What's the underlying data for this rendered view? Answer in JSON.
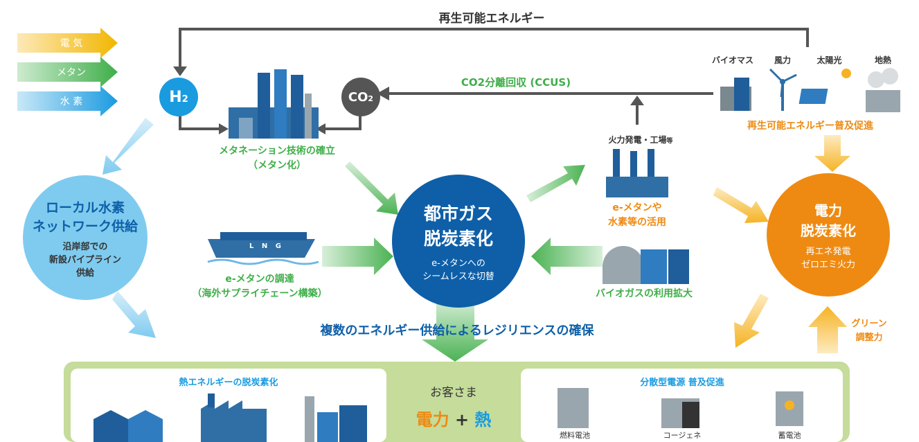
{
  "legend": [
    {
      "label": "電 気",
      "color": "#f2b600"
    },
    {
      "label": "メタン",
      "color": "#3fae49"
    },
    {
      "label": "水 素",
      "color": "#1a9be0"
    }
  ],
  "top_flow_label": "再生可能エネルギー",
  "ccus_label": "CO2分離回収 (CCUS)",
  "h2_badge": {
    "main": "H",
    "sub": "2"
  },
  "co2_badge": {
    "main": "CO",
    "sub": "2"
  },
  "methanation": {
    "line1": "メタネーション技術の確立",
    "line2": "（メタン化）"
  },
  "local_h2": {
    "title1": "ローカル水素",
    "title2": "ネットワーク供給",
    "desc1": "沿岸部での",
    "desc2": "新設パイプライン",
    "desc3": "供給"
  },
  "lng": {
    "ship_text": "L N G",
    "line1": "e-メタンの調達",
    "line2": "（海外サプライチェーン構築）"
  },
  "city_gas": {
    "title1": "都市ガス",
    "title2": "脱炭素化",
    "desc1": "e-メタンへの",
    "desc2": "シームレスな切替"
  },
  "thermal": {
    "label": "火力発電・工場",
    "label_small": "等",
    "line1": "e-メタンや",
    "line2": "水素等の活用"
  },
  "biogas": {
    "label": "バイオガスの利用拡大"
  },
  "renewables": {
    "items": [
      "バイオマス",
      "風力",
      "太陽光",
      "地熱"
    ],
    "promo": "再生可能エネルギー普及促進"
  },
  "power": {
    "title1": "電力",
    "title2": "脱炭素化",
    "desc1": "再エネ発電",
    "desc2": "ゼロエミ火力"
  },
  "green": {
    "line1": "グリーン",
    "line2": "調整力"
  },
  "resilience": "複数のエネルギー供給によるレジリエンスの確保",
  "bottom": {
    "heat_title": "熱エネルギーの脱炭素化",
    "customer": "お客さま",
    "power_word": "電力",
    "plus": "+",
    "heat_word": "熱",
    "dist_title": "分散型電源 普及促進",
    "dist_items": [
      "燃料電池",
      "コージェネ",
      "蓄電池"
    ]
  },
  "colors": {
    "blue": "#1a9be0",
    "green": "#3fae49",
    "orange": "#ee8a12",
    "navy": "#0e5fa8",
    "gray": "#555555",
    "lightblue": "#7fcbef",
    "yellow": "#f5b324"
  }
}
